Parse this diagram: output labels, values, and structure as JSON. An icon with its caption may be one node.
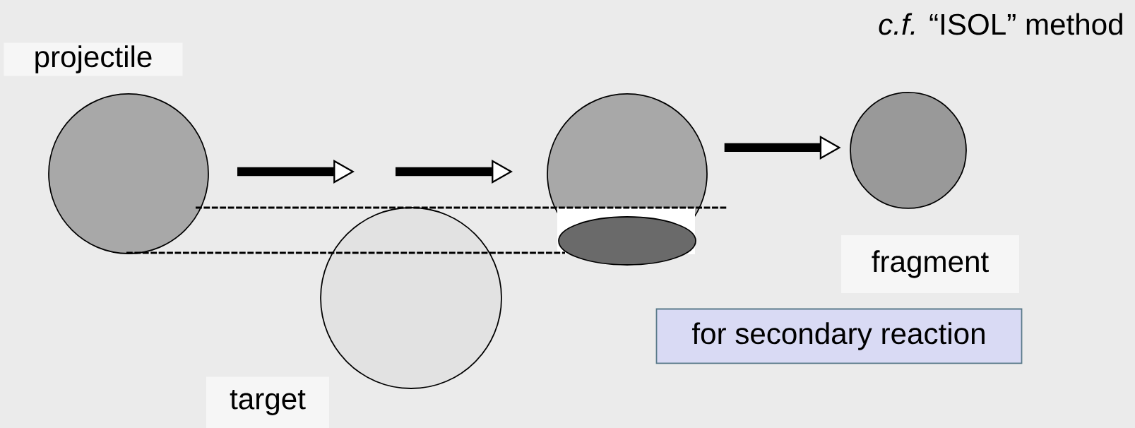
{
  "diagram": {
    "nodes": [
      {
        "text": [
          "projectile"
        ]
      },
      {
        "text": [],
        "shape": "circle"
      },
      {
        "text": [],
        "shape": "circle"
      },
      {
        "text": [
          "target"
        ]
      },
      {
        "text": [],
        "shape": "circle"
      },
      {
        "text": [],
        "shape": "ellipse"
      },
      {
        "text": [],
        "shape": "circle"
      },
      {
        "text": [
          "fragment"
        ]
      },
      {
        "text": [
          "for secondary reaction"
        ]
      }
    ],
    "edges": [
      {
        "from": 4,
        "to": 6,
        "arrow": "to"
      }
    ],
    "labels": [
      "*c.f.* “ISOL” method"
    ]
  }
}
